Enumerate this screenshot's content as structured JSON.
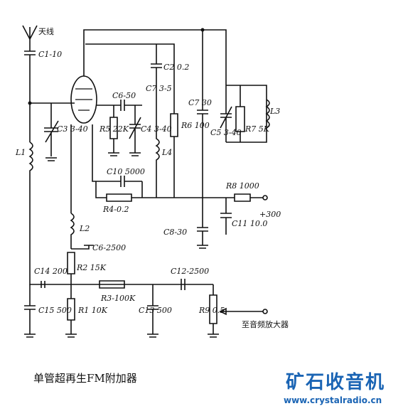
{
  "caption": "单管超再生FM附加器",
  "watermark": {
    "logo": "矿石收音机",
    "url": "www.crystalradio.cn",
    "color": "#1a64b4"
  },
  "labels": {
    "antenna": "天线",
    "c1": "C1-10",
    "c2": "C2 0.2",
    "c3": "C3 3-40",
    "c4": "C4 3-40",
    "c5": "C5 3-40",
    "c6": "C6-50",
    "c7": "C7 3-5",
    "c7b": "C7 30",
    "r5": "R5 22K",
    "r6": "R6 100",
    "r7": "R7 5K",
    "l1": "L1",
    "l2": "L2",
    "l3": "L3",
    "l4": "L4",
    "c10": "C10 5000",
    "r4": "R4-0.2",
    "r8": "R8 1000",
    "plus300": "+300",
    "c8": "C8-30",
    "c11": "C11 10.0",
    "c16": "C6-2500",
    "c14": "C14 200",
    "r2": "R2 15K",
    "r3": "R3-100K",
    "c12": "C12-2500",
    "r1": "R1 10K",
    "c15": "C15 500",
    "c13": "C13 500",
    "r9": "R9 0.5",
    "to_amp": "至音频放大器"
  }
}
